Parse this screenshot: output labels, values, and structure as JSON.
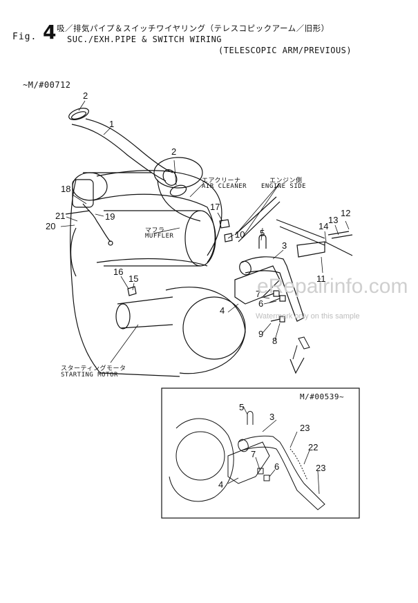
{
  "header": {
    "fig_prefix": "Fig.",
    "fig_number": "4",
    "title_jp": "吸／排気パイプ＆スイッチワイヤリング（テレスコピックアーム／旧形）",
    "title_en_1": "SUC./EXH.PIPE & SWITCH WIRING",
    "title_en_2": "(TELESCOPIC ARM/PREVIOUS)",
    "serial_main": "~M/#00712"
  },
  "labels": {
    "air_cleaner_jp": "エアクリーナ",
    "air_cleaner_en": "AIR CLEANER",
    "engine_side_jp": "エンジン側",
    "engine_side_en": "ENGINE SIDE",
    "muffler_jp": "マフラ",
    "muffler_en": "MUFFLER",
    "starting_motor_jp": "スターティングモータ",
    "starting_motor_en": "STARTING MOTOR"
  },
  "callouts": [
    "1",
    "2",
    "2",
    "18",
    "19",
    "21",
    "20",
    "17",
    "10",
    "5",
    "3",
    "14",
    "13",
    "12",
    "11",
    "16",
    "15",
    "7",
    "6",
    "4",
    "9",
    "8"
  ],
  "inset": {
    "serial": "M/#00539~",
    "callouts": [
      "5",
      "3",
      "23",
      "22",
      "7",
      "6",
      "23",
      "4"
    ]
  },
  "watermark": {
    "main": "eRepairinfo.com",
    "sub": "Watermark only on this sample"
  }
}
